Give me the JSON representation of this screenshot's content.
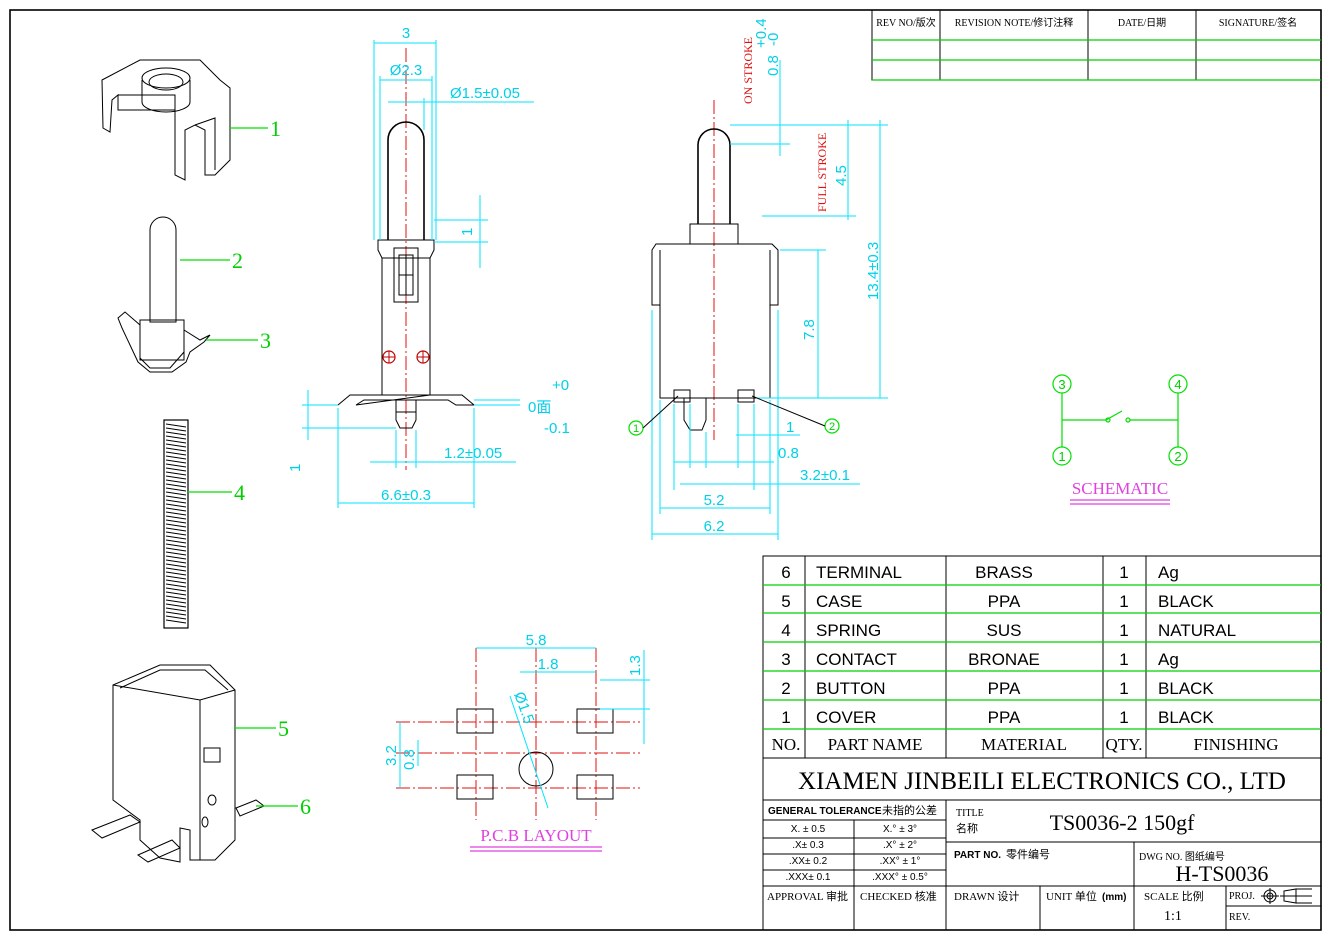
{
  "revision_table": {
    "headers": [
      "REV NO/版次",
      "REVISION NOTE/修订注释",
      "DATE/日期",
      "SIGNATURE/签名"
    ]
  },
  "callouts": {
    "items": [
      "1",
      "2",
      "3",
      "4",
      "5",
      "6"
    ]
  },
  "dimensions": {
    "front": {
      "width_top": "3",
      "dia_body": "Ø2.3",
      "dia_button": "Ø1.5±0.05",
      "button_step": "1",
      "plane_plus": "+0",
      "plane_label": "0面",
      "plane_minus": "-0.1",
      "post_height": "1",
      "post_width": "1.2±0.05",
      "overall_width": "6.6±0.3"
    },
    "side": {
      "on_stroke_label": "ON STROKE",
      "on_stroke_value": "0.8",
      "on_stroke_tol_upper": "+0.4",
      "on_stroke_tol_lower": "-0",
      "full_stroke_label": "FULL STROKE",
      "full_stroke_value": "4.5",
      "overall_height": "13.4±0.3",
      "body_height": "7.8",
      "gap_1": "1",
      "gap_08": "0.8",
      "span_32": "3.2±0.1",
      "span_52": "5.2",
      "span_62": "6.2",
      "pin_left": "1",
      "pin_right": "2"
    },
    "pcb": {
      "pitch_58": "5.8",
      "pitch_18": "1.8",
      "pad_13": "1.3",
      "hole_dia": "Ø1.5",
      "span_32": "3.2",
      "span_08": "0.8",
      "title": "P.C.B LAYOUT"
    }
  },
  "schematic": {
    "title": "SCHEMATIC",
    "pins": [
      "3",
      "4",
      "1",
      "2"
    ]
  },
  "bom": {
    "header": [
      "NO.",
      "PART NAME",
      "MATERIAL",
      "QTY.",
      "FINISHING"
    ],
    "rows": [
      [
        "6",
        "TERMINAL",
        "BRASS",
        "1",
        "Ag"
      ],
      [
        "5",
        "CASE",
        "PPA",
        "1",
        "BLACK"
      ],
      [
        "4",
        "SPRING",
        "SUS",
        "1",
        "NATURAL"
      ],
      [
        "3",
        "CONTACT",
        "BRONAE",
        "1",
        "Ag"
      ],
      [
        "2",
        "BUTTON",
        "PPA",
        "1",
        "BLACK"
      ],
      [
        "1",
        "COVER",
        "PPA",
        "1",
        "BLACK"
      ]
    ]
  },
  "title_block": {
    "company": "XIAMEN JINBEILI ELECTRONICS CO., LTD",
    "tolerance_title": "GENERAL TOLERANCE",
    "tolerance_title_cn": "未指的公差",
    "tolerances": [
      [
        "X. ± 0.5",
        "X.° ± 3°"
      ],
      [
        ".X± 0.3",
        ".X° ± 2°"
      ],
      [
        ".XX± 0.2",
        ".XX° ± 1°"
      ],
      [
        ".XXX± 0.1",
        ".XXX° ± 0.5°"
      ]
    ],
    "title_label": "TITLE",
    "title_label_cn": "名称",
    "title_value": "TS0036-2 150gf",
    "part_no_label": "PART NO.",
    "part_no_label_cn": "零件编号",
    "dwg_no_label": "DWG NO. 图纸编号",
    "dwg_no_value": "H-TS0036",
    "approval_label": "APPROVAL 审批",
    "checked_label": "CHECKED 核准",
    "drawn_label": "DRAWN 设计",
    "unit_label": "UNIT 单位",
    "unit_value": "(mm)",
    "scale_label": "SCALE 比例",
    "scale_value": "1:1",
    "proj_label": "PROJ.",
    "rev_label": "REV."
  },
  "colors": {
    "dimension": "#00d0e8",
    "centerline": "#e01010",
    "callout": "#00d000",
    "label": "#e040e0"
  }
}
